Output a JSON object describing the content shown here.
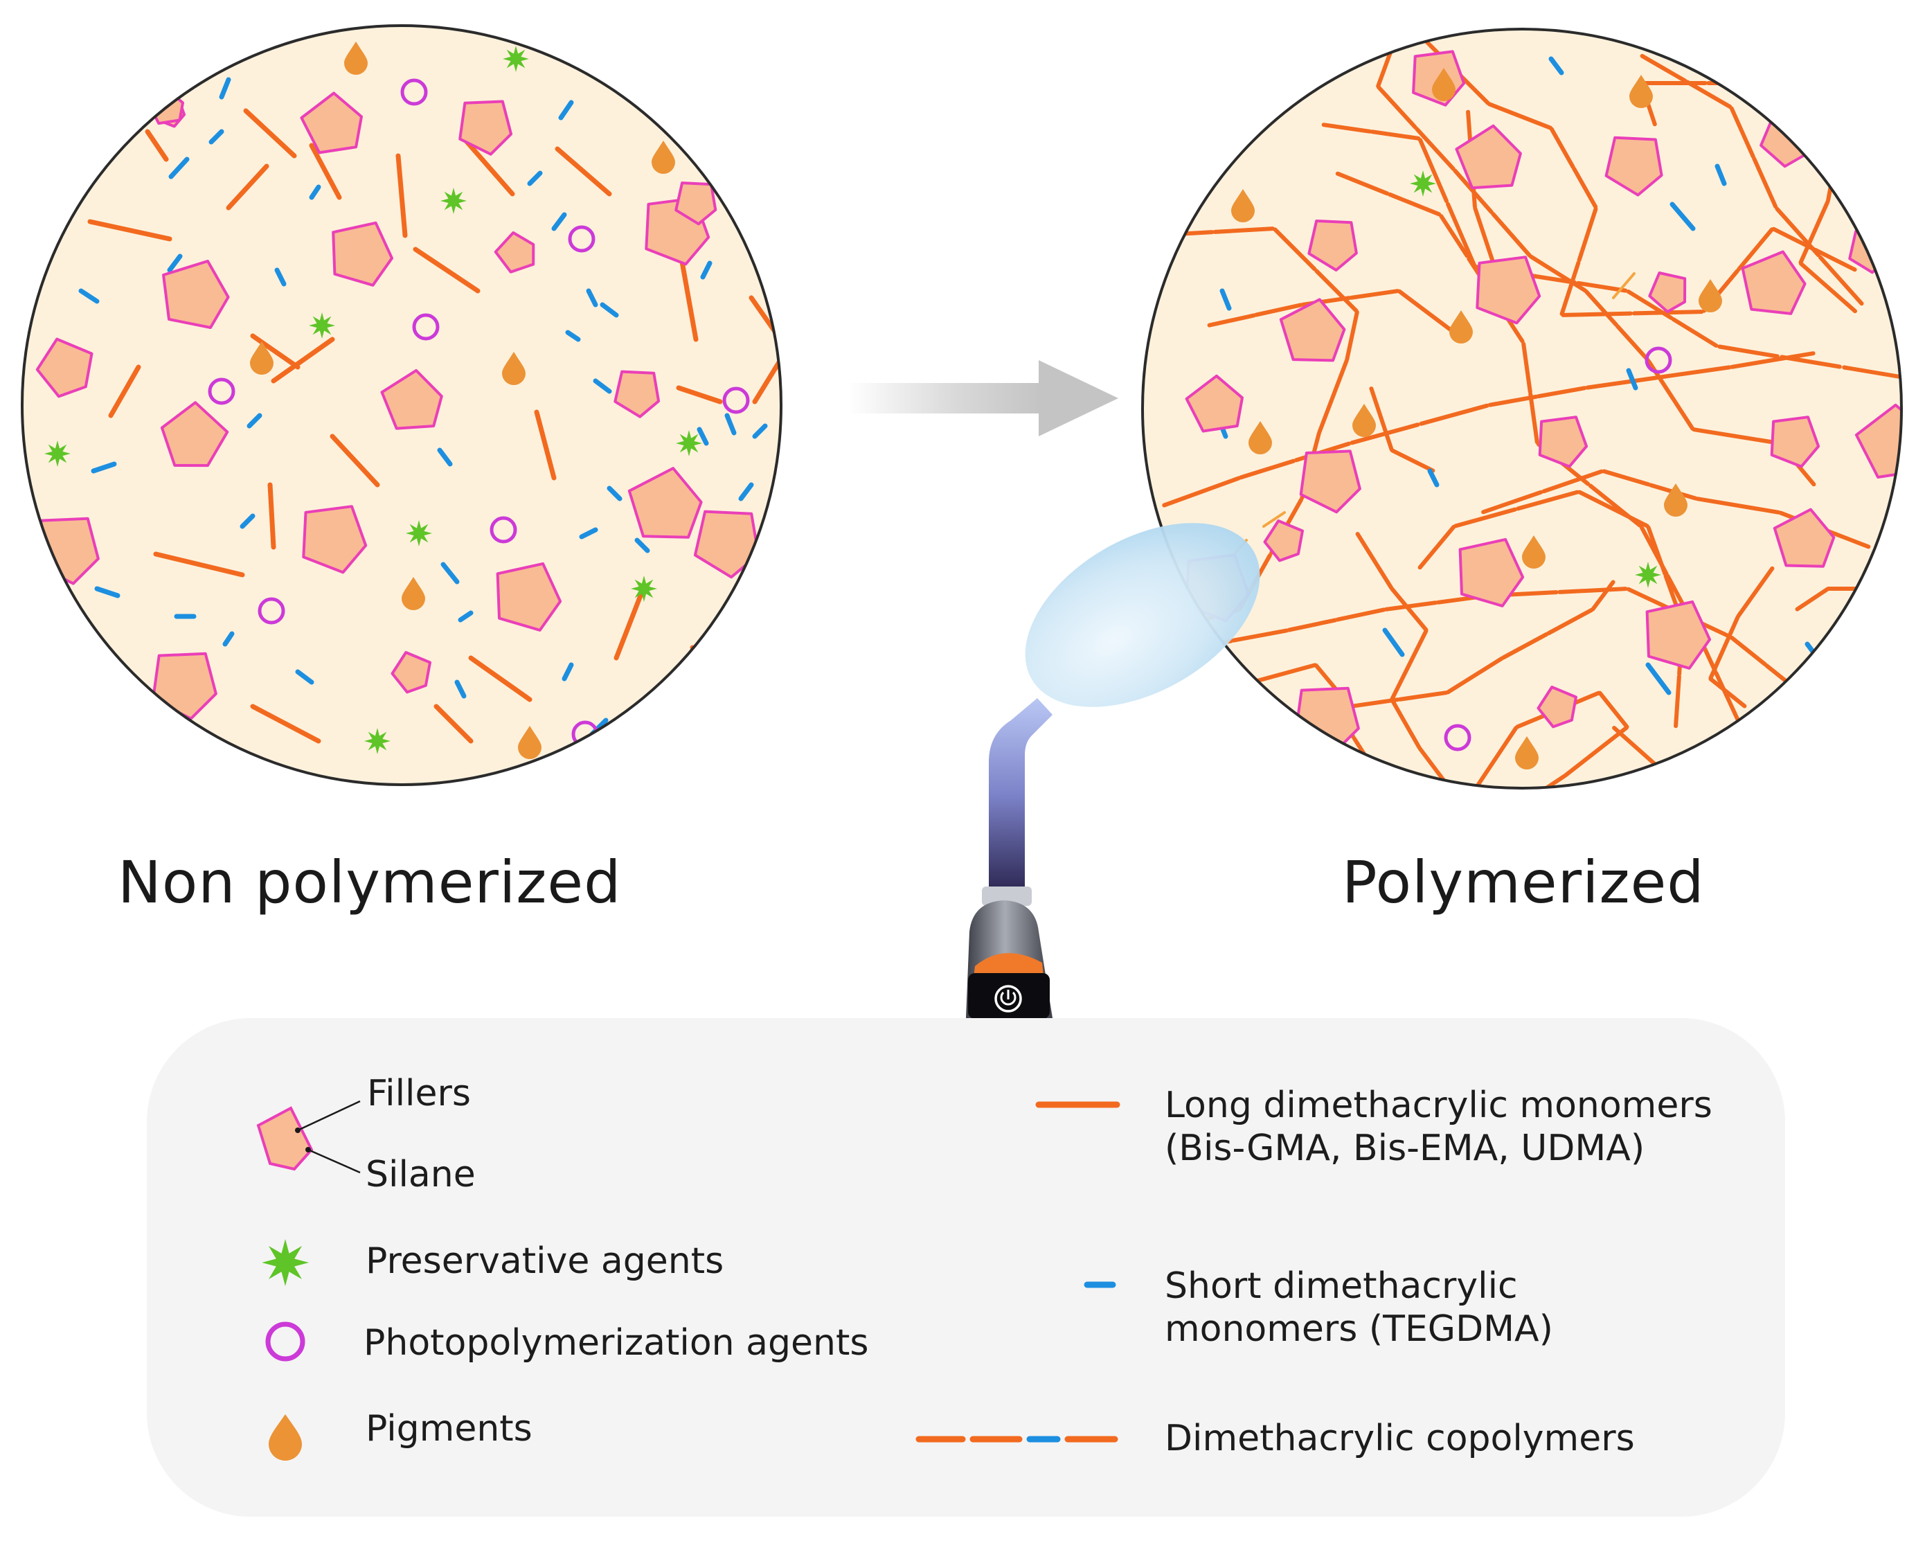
{
  "captions": {
    "left": "Non polymerized",
    "right": "Polymerized"
  },
  "colors": {
    "matrix_bg": "#fdf1dc",
    "circle_border": "#2b2b2b",
    "filler_fill": "#f9bb94",
    "silane_border": "#ea3fb8",
    "long_monomer": "#f26a1f",
    "short_monomer": "#1d8fe0",
    "preservative": "#5ec427",
    "photo_agent": "#cc3ad8",
    "pigment": "#ec9336",
    "arrow": "#c6c6c6",
    "legend_bg": "#f4f4f4",
    "light_beam": "#bfe0f4",
    "curing_light_body": "#6a6e79"
  },
  "arrow": {
    "icon": "right-arrow-icon"
  },
  "curing_light": {
    "icon": "power-icon"
  },
  "legend": {
    "fillers": "Fillers",
    "silane": "Silane",
    "preservative": "Preservative agents",
    "photo": "Photopolymerization agents",
    "pigments": "Pigments",
    "long_monomers": "Long dimethacrylic monomers (Bis-GMA, Bis-EMA, UDMA)",
    "short_monomers": "Short dimethacrylic monomers (TEGDMA)",
    "copolymers": "Dimethacrylic copolymers"
  }
}
